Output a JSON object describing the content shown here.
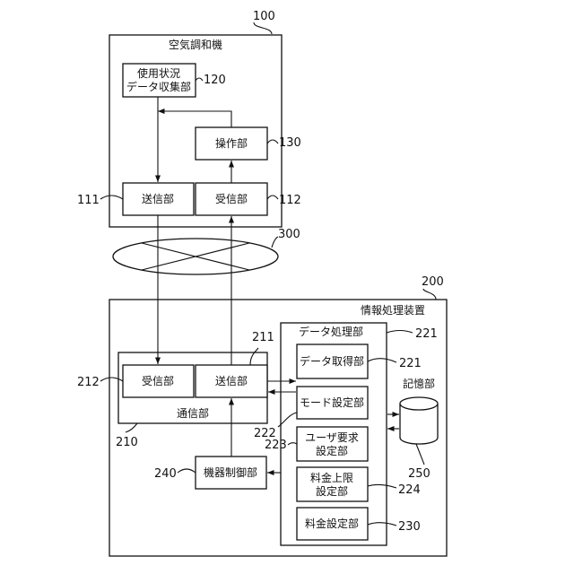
{
  "ac": {
    "title": "空気調和機",
    "ref": "100"
  },
  "usage": {
    "line1": "使用状況",
    "line2": "データ収集部",
    "ref": "120"
  },
  "operation": {
    "label": "操作部",
    "ref": "130"
  },
  "ac_send": {
    "label": "送信部",
    "ref": "111"
  },
  "ac_recv": {
    "label": "受信部",
    "ref": "112"
  },
  "network": {
    "ref": "300"
  },
  "ip": {
    "title": "情報処理装置",
    "ref": "200"
  },
  "comm": {
    "label": "通信部",
    "ref": "210"
  },
  "ip_recv": {
    "label": "受信部",
    "ref": "212"
  },
  "ip_send": {
    "label": "送信部",
    "ref": "211"
  },
  "dp": {
    "title": "データ処理部",
    "ref": "221"
  },
  "acq": {
    "label": "データ取得部",
    "ref": "221"
  },
  "mode": {
    "label": "モード設定部",
    "ref": "222"
  },
  "req": {
    "line1": "ユーザ要求",
    "line2": "設定部",
    "ref": "223"
  },
  "cap": {
    "line1": "料金上限",
    "line2": "設定部",
    "ref": "224"
  },
  "fee": {
    "label": "料金設定部",
    "ref": "230"
  },
  "storage": {
    "label": "記憶部",
    "ref": "250"
  },
  "ctrl": {
    "label": "機器制御部",
    "ref": "240"
  }
}
